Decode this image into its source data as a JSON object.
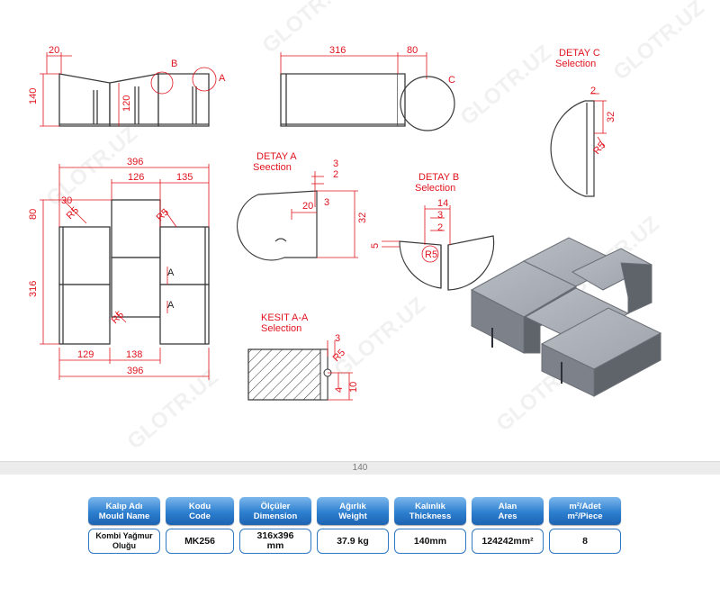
{
  "watermark": "GLOTR.UZ",
  "page_number": "140",
  "drawing": {
    "dims": {
      "front_20": "20",
      "front_140": "140",
      "front_120": "120",
      "side_316": "316",
      "side_80": "80",
      "plan_396_top": "396",
      "plan_126": "126",
      "plan_135": "135",
      "plan_30": "30",
      "plan_80": "80",
      "plan_316": "316",
      "plan_R5a": "R5",
      "plan_R5b": "R5",
      "plan_R5c": "R5",
      "plan_129": "129",
      "plan_138": "138",
      "plan_396_bottom": "396",
      "detA_3": "3",
      "detA_2": "2",
      "detA_20": "20",
      "detA_32": "32",
      "detA_3b": "3",
      "detB_14": "14",
      "detB_3": "3",
      "detB_2": "2",
      "detB_5": "5",
      "detB_R5": "R5",
      "detC_2": "2",
      "detC_32": "32",
      "detC_R5": "R5",
      "kesit_3": "3",
      "kesit_R5": "R5",
      "kesit_4": "4",
      "kesit_10": "10"
    },
    "callouts": {
      "A": "A",
      "B": "B",
      "C": "C",
      "A1": "A",
      "A2": "A"
    },
    "labels": {
      "detay_a": "DETAY A",
      "detay_a_sub": "Seection",
      "detay_b": "DETAY B",
      "detay_b_sub": "Selection",
      "detay_c": "DETAY C",
      "detay_c_sub": "Selection",
      "kesit": "KESIT A-A",
      "kesit_sub": "Selection"
    }
  },
  "spec_table": {
    "headers": [
      {
        "line1": "Kalıp Adı",
        "line2": "Mould Name"
      },
      {
        "line1": "Kodu",
        "line2": "Code"
      },
      {
        "line1": "Ölçüler",
        "line2": "Dimension"
      },
      {
        "line1": "Ağırlık",
        "line2": "Weight"
      },
      {
        "line1": "Kalınlık",
        "line2": "Thickness"
      },
      {
        "line1": "Alan",
        "line2": "Ares"
      },
      {
        "line1": "m²/Adet",
        "line2": "m²/Piece"
      }
    ],
    "values": [
      {
        "line1": "Kombi Yağmur",
        "line2": "Oluğu"
      },
      {
        "line1": "MK256",
        "line2": ""
      },
      {
        "line1": "316x396",
        "line2": "mm"
      },
      {
        "line1": "37.9 kg",
        "line2": ""
      },
      {
        "line1": "140mm",
        "line2": ""
      },
      {
        "line1": "124242mm²",
        "line2": ""
      },
      {
        "line1": "8",
        "line2": ""
      }
    ]
  },
  "colors": {
    "dimension": "#e0141e",
    "header_blue": "#2d7fd0",
    "outline": "#3a3a3a"
  }
}
